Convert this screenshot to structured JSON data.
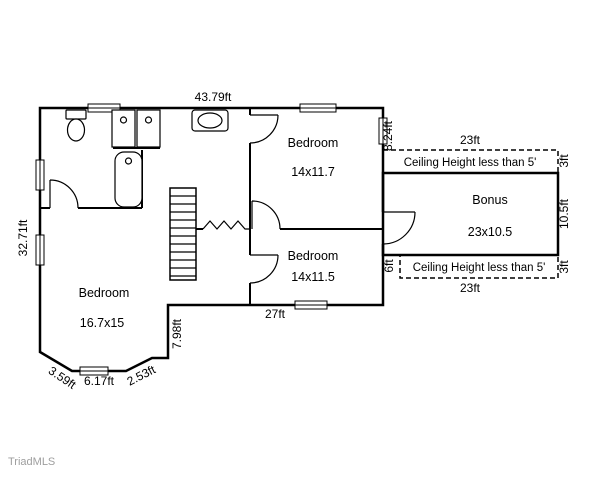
{
  "watermark": {
    "label": "TriadMLS"
  },
  "rooms": {
    "bedroom_top": {
      "name": "Bedroom",
      "size": "14x11.7"
    },
    "bonus": {
      "name": "Bonus",
      "size": "23x10.5"
    },
    "bedroom_middle": {
      "name": "Bedroom",
      "size": "14x11.5"
    },
    "bedroom_left": {
      "name": "Bedroom",
      "size": "16.7x15"
    }
  },
  "ceiling_notes": {
    "top": "Ceiling Height less than 5'",
    "bottom": "Ceiling Height less than 5'"
  },
  "dimensions": {
    "top_width": "43.79ft",
    "left_height": "32.71ft",
    "right_upper": "8.24ft",
    "bonus_width_top": "23ft",
    "bonus_width_bottom": "23ft",
    "bonus_right_upper": "3ft",
    "bonus_right_middle": "10.5ft",
    "bonus_right_lower": "3ft",
    "bonus_left": "6ft",
    "hall_width": "27ft",
    "step_height": "7.98ft",
    "bay_left": "3.59ft",
    "bay_center": "6.17ft",
    "bay_right": "2.53ft"
  },
  "colors": {
    "wall": "#000000",
    "background": "#ffffff",
    "watermark": "#9e9e9e"
  }
}
